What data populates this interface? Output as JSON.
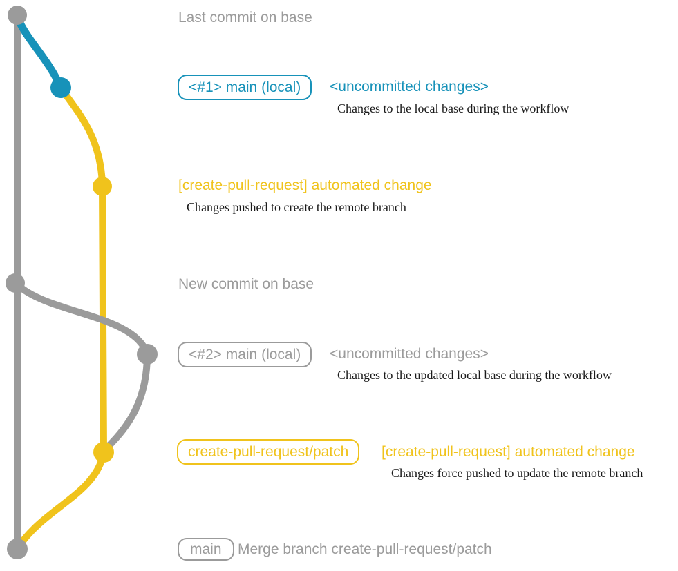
{
  "colors": {
    "gray": "#9b9b9b",
    "blue": "#1792b9",
    "yellow": "#f0c31c",
    "caption_text": "#1a1a1a",
    "background": "#ffffff"
  },
  "graph": {
    "branches": [
      {
        "name": "base",
        "color": "#9b9b9b"
      },
      {
        "name": "main (local)",
        "color": "#1792b9"
      },
      {
        "name": "create-pull-request/patch",
        "color": "#f0c31c"
      }
    ],
    "commits": [
      {
        "id": "last-commit-on-base",
        "branch": "base",
        "color": "#9b9b9b"
      },
      {
        "id": "uncommitted-changes-1",
        "branch": "main (local)",
        "color": "#1792b9"
      },
      {
        "id": "automated-change-1",
        "branch": "create-pull-request/patch",
        "color": "#f0c31c"
      },
      {
        "id": "new-commit-on-base",
        "branch": "base",
        "color": "#9b9b9b"
      },
      {
        "id": "uncommitted-changes-2",
        "branch": "main (local)",
        "color": "#9b9b9b"
      },
      {
        "id": "automated-change-2",
        "branch": "create-pull-request/patch",
        "color": "#f0c31c"
      },
      {
        "id": "merge-commit",
        "branch": "base",
        "color": "#9b9b9b"
      }
    ]
  },
  "rows": {
    "last_commit": {
      "label": "Last commit on base"
    },
    "row1": {
      "badge": "<#1> main (local)",
      "title": "<uncommitted changes>",
      "caption": "Changes to the local base during the workflow"
    },
    "row2": {
      "title": "[create-pull-request] automated change",
      "caption": "Changes pushed to create the remote branch"
    },
    "new_commit": {
      "label": "New commit on base"
    },
    "row3": {
      "badge": "<#2> main (local)",
      "title": "<uncommitted changes>",
      "caption": "Changes to the updated local base during the workflow"
    },
    "row4": {
      "badge": "create-pull-request/patch",
      "title": "[create-pull-request] automated change",
      "caption": "Changes force pushed to update the remote branch"
    },
    "row5": {
      "badge": "main",
      "label": "Merge branch create-pull-request/patch"
    }
  }
}
